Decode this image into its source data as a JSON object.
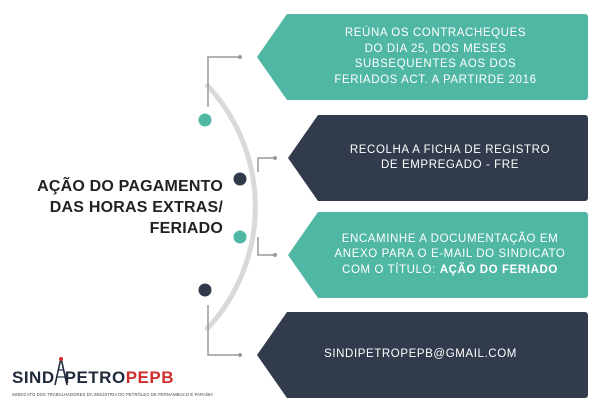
{
  "title": [
    "AÇÃO DO PAGAMENTO",
    "DAS HORAS EXTRAS/",
    "FERIADO"
  ],
  "steps": [
    {
      "lines": [
        "REÚNA OS CONTRACHEQUES",
        "DO DIA 25, DOS MESES",
        "SUBSEQUENTES AOS DOS",
        "FERIADOS ACT. A PARTIRDE 2016"
      ],
      "color": "#4fb7a3"
    },
    {
      "lines": [
        "RECOLHA A FICHA DE REGISTRO",
        "DE EMPREGADO - FRE"
      ],
      "color": "#323b4c"
    },
    {
      "lines": [
        "ENCAMINHE A DOCUMENTAÇÃO EM",
        "ANEXO PARA O E-MAIL DO SINDICATO"
      ],
      "line3_prefix": "COM O TÍTULO: ",
      "line3_bold": "AÇÃO DO FERIADO",
      "color": "#4fb7a3"
    },
    {
      "lines": [
        "SINDIPETROPEPB@GMAIL.COM"
      ],
      "color": "#323b4c"
    }
  ],
  "logo": {
    "part1": "SIND",
    "part2": "PETRO",
    "part3": "PEPB",
    "tagline": "SINDICATO DOS TRABALHADORES DA INDÚSTRIA DO PETRÓLEO DE PERNAMBUCO E PARAÍBA"
  },
  "colors": {
    "teal": "#4fb7a3",
    "navy": "#323b4c",
    "arc": "#d9d9d9",
    "connector": "#9a9a9a"
  }
}
